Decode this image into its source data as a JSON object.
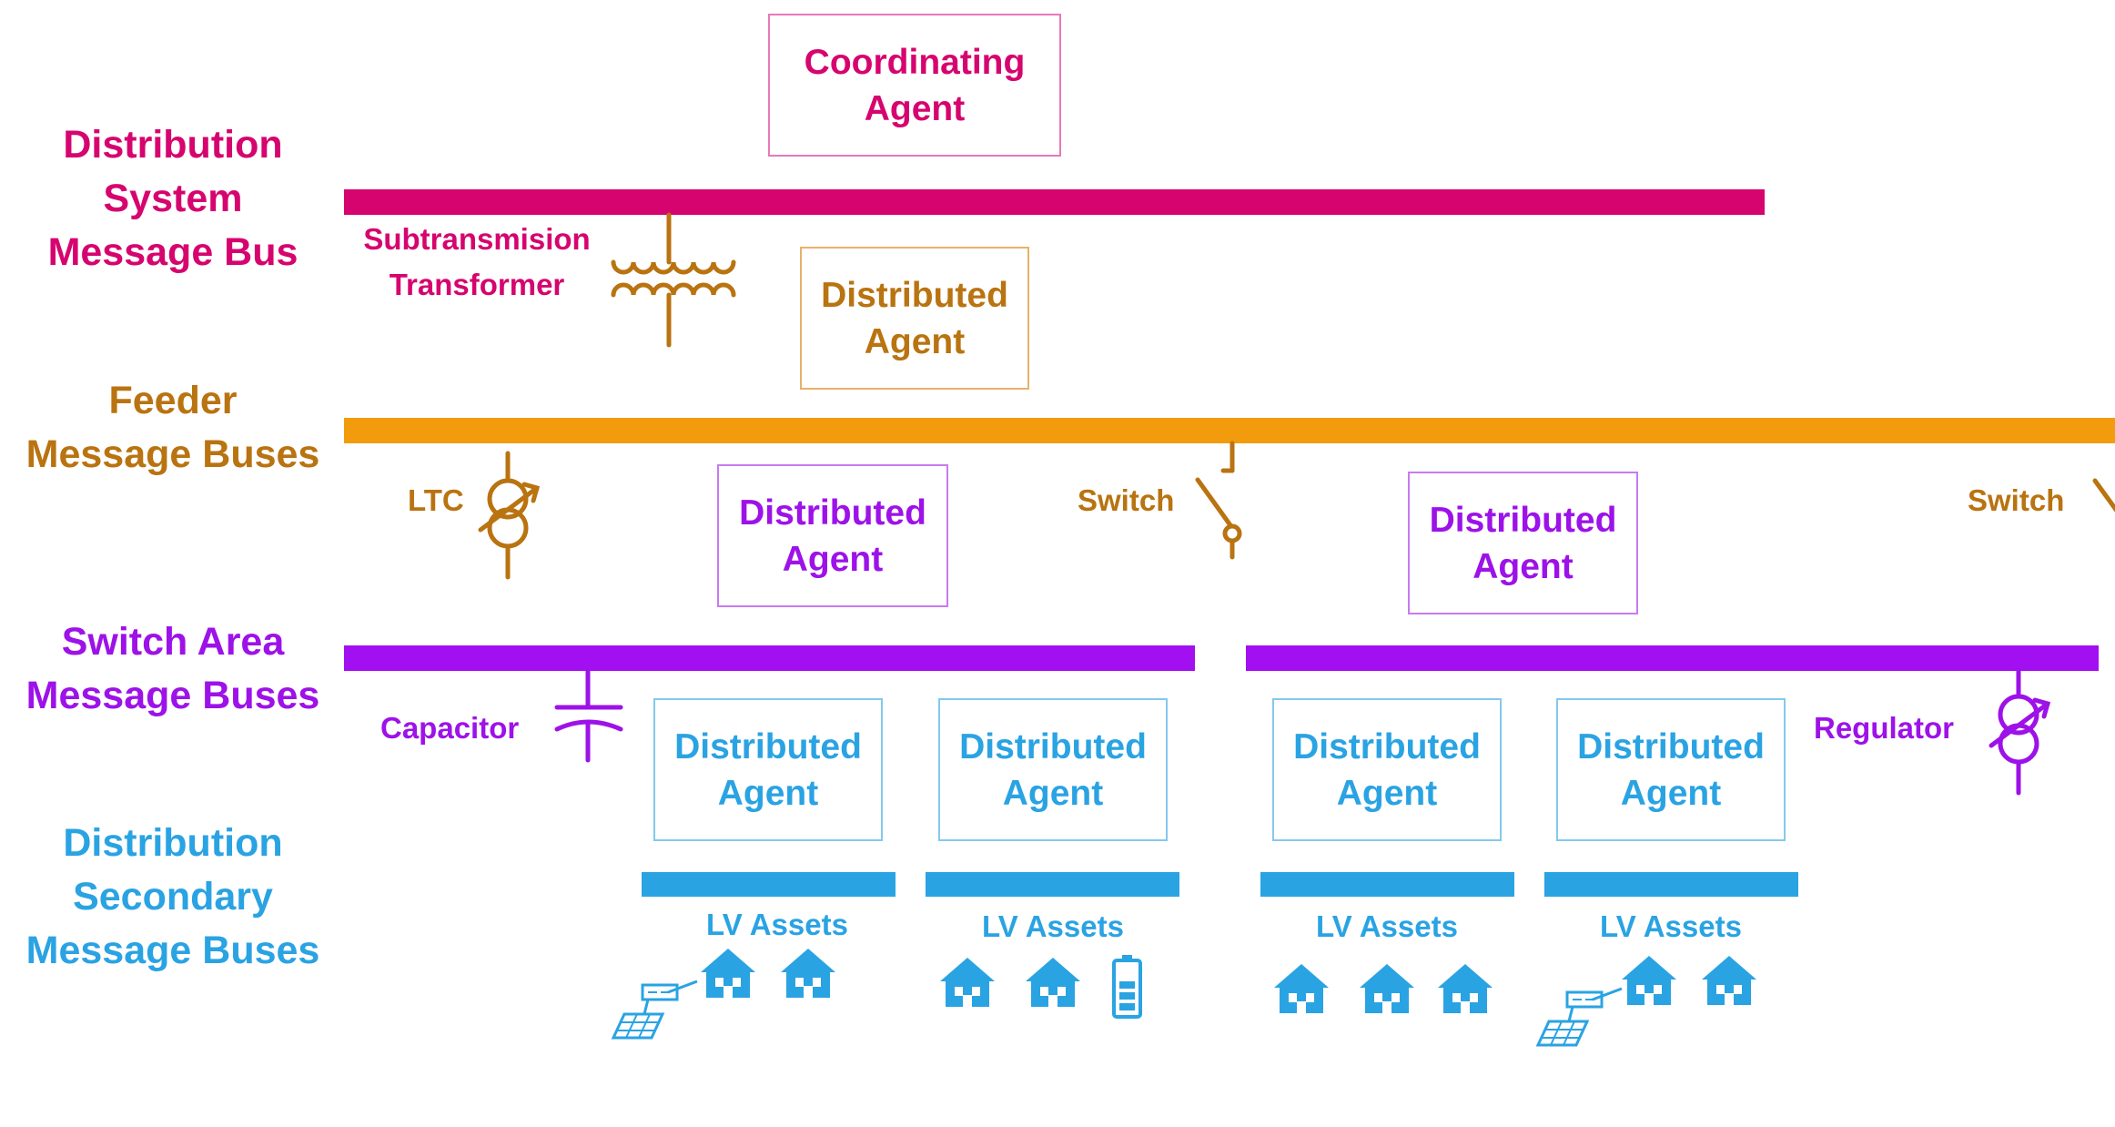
{
  "colors": {
    "system": "#d6046f",
    "feeder": "#f29b0c",
    "feeder_text": "#b97310",
    "switch_area": "#a20ff0",
    "switch_area_text": "#9d12e8",
    "secondary": "#2aa3e3"
  },
  "levels": {
    "system": [
      "Distribution",
      "System",
      "Message Bus"
    ],
    "feeder": [
      "Feeder",
      "Message Buses"
    ],
    "switch_area": [
      "Switch Area",
      "Message Buses"
    ],
    "secondary": [
      "Distribution",
      "Secondary",
      "Message Buses"
    ]
  },
  "agents": {
    "coordinating": [
      "Coordinating",
      "Agent"
    ],
    "distributed": [
      "Distributed",
      "Agent"
    ]
  },
  "devices": {
    "subtransmission": [
      "Subtransmision",
      "Transformer"
    ],
    "ltc": "LTC",
    "switch": "Switch",
    "capacitor": "Capacitor",
    "regulator": "Regulator"
  },
  "lv_assets": "LV Assets",
  "icons": [
    "transformer-icon",
    "ltc-icon",
    "switch-icon",
    "capacitor-icon",
    "regulator-icon",
    "house-icon",
    "solar-panel-icon",
    "battery-icon"
  ]
}
